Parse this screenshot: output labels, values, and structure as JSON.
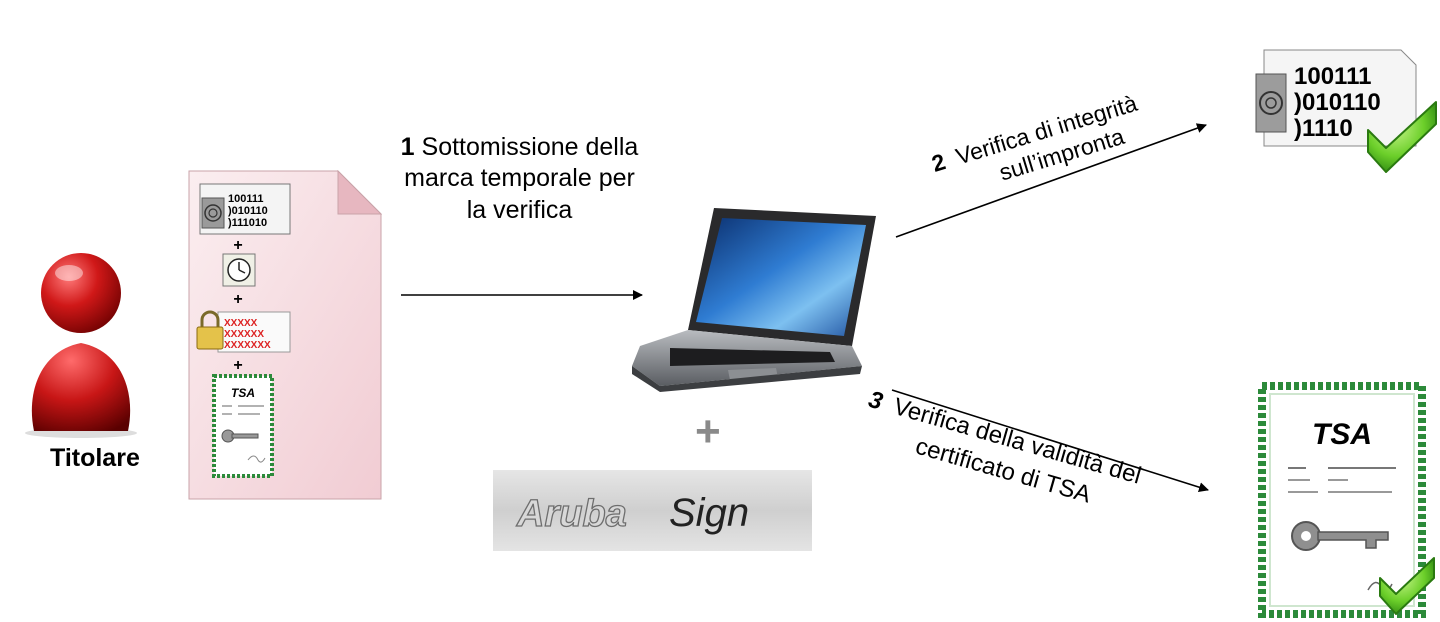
{
  "actor": {
    "label": "Titolare"
  },
  "document": {
    "binary_lines": [
      "100111",
      ")010110",
      ")111010"
    ],
    "plus_signs": [
      "+",
      "+",
      "+"
    ],
    "cipher_lines": [
      "XXXXX",
      "XXXXXX",
      "XXXXXXX"
    ],
    "tsa_label": "TSA"
  },
  "step1": {
    "number": "1",
    "text": "Sottomissione della marca temporale per la verifica"
  },
  "step2": {
    "number": "2",
    "line1": "Verifica di integrità",
    "line2": "sull’impronta"
  },
  "step3": {
    "number": "3",
    "line1": "Verifica della validità del",
    "line2": "certificato di TSA"
  },
  "software": {
    "plus": "+",
    "logo_part1": "Aruba",
    "logo_part2": "Sign"
  },
  "result_file": {
    "binary_lines": [
      "100111",
      ")010110",
      ")1110"
    ]
  },
  "result_certificate": {
    "label": "TSA"
  },
  "colors": {
    "person_red": "#d01818",
    "doc_pink": "#f6dde1",
    "check_green": "#6ccf2a",
    "cert_border_green": "#2c8a3a",
    "plus_gray": "#8a8a8a"
  }
}
